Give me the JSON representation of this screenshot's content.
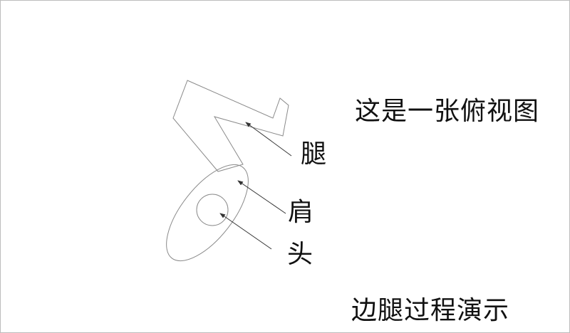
{
  "title": "这是一张俯视图",
  "labels": {
    "leg": "腿",
    "shoulder": "肩",
    "head": "头"
  },
  "caption": "边腿过程演示",
  "colors": {
    "outline": "#8a8a8a",
    "arrow": "#333333",
    "text": "#111111"
  }
}
